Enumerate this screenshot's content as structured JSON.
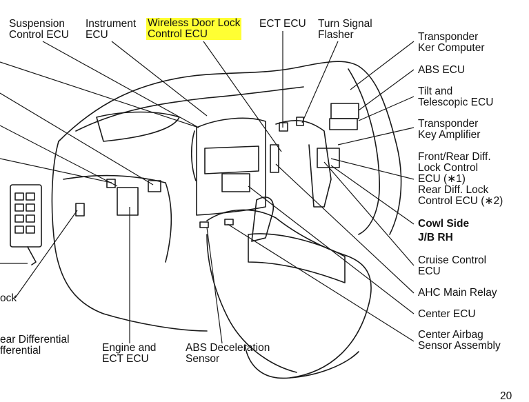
{
  "colors": {
    "highlight": "#ffff33",
    "ink": "#111111"
  },
  "labels": {
    "suspension": [
      "Suspension",
      "Control ECU"
    ],
    "instrument": [
      "Instrument",
      "ECU"
    ],
    "wireless": [
      "Wireless Door Lock",
      "Control ECU"
    ],
    "ect": [
      "ECT ECU"
    ],
    "turn": [
      "Turn Signal",
      "Flasher"
    ],
    "transponder_ker": [
      "Transponder",
      "Ker Computer"
    ],
    "abs_ecu": [
      "ABS ECU"
    ],
    "tilt": [
      "Tilt and",
      "Telescopic ECU"
    ],
    "transponder_amp": [
      "Transponder",
      "Key Amplifier"
    ],
    "diff": [
      "Front/Rear Diff.",
      "Lock Control",
      "ECU (∗1)",
      "Rear Diff. Lock",
      "Control ECU (∗2)"
    ],
    "cowl": [
      "Cowl Side",
      "J/B RH"
    ],
    "cruise": [
      "Cruise Control",
      "ECU"
    ],
    "ahc": [
      "AHC Main Relay"
    ],
    "center": [
      "Center ECU"
    ],
    "airbag": [
      "Center Airbag",
      "Sensor Assembly"
    ],
    "abs_decel": [
      "ABS Deceleration",
      "Sensor"
    ],
    "engine": [
      "Engine and",
      "ECT ECU"
    ],
    "left_diff": [
      "ear Differential",
      "fferential"
    ],
    "left_lock": [
      "ock"
    ],
    "page_number": "20"
  }
}
